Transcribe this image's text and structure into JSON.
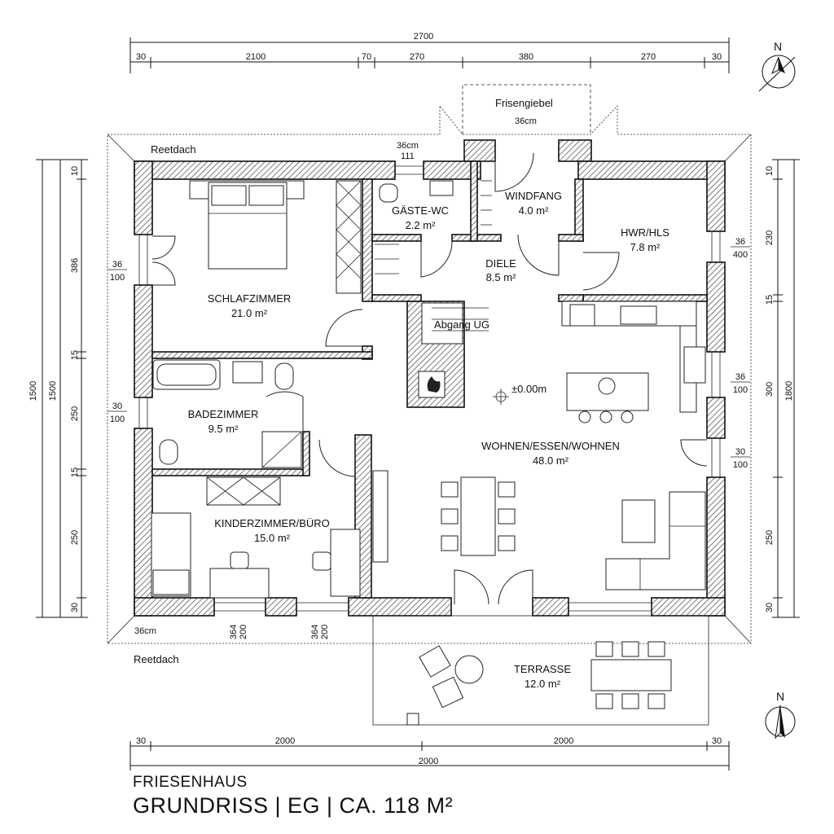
{
  "rooms": {
    "schlafzimmer": {
      "name": "SCHLAFZIMMER",
      "area": "21.0 m²"
    },
    "gaeste_wc": {
      "name": "GÄSTE-WC",
      "area": "2.2 m²"
    },
    "windfang": {
      "name": "WINDFANG",
      "area": "4.0 m²"
    },
    "hwr": {
      "name": "HWR/HLS",
      "area": "7.8 m²"
    },
    "diele": {
      "name": "DIELE",
      "area": "8.5 m²"
    },
    "abgang": {
      "name": "Abgang UG"
    },
    "badezimmer": {
      "name": "BADEZIMMER",
      "area": "9.5 m²"
    },
    "wohnen": {
      "name": "WOHNEN/ESSEN/WOHNEN",
      "area": "48.0 m²"
    },
    "kinderzimmer": {
      "name": "KINDERZIMMER/BÜRO",
      "area": "15.0 m²"
    },
    "terrasse": {
      "name": "TERRASSE",
      "area": "12.0 m²"
    }
  },
  "labels": {
    "reetdach_top": "Reetdach",
    "reetdach_bottom": "Reetdach",
    "friesengiebel": "Frisengiebel",
    "gable_wall": "36cm",
    "top_window": "36cm",
    "top_window_2": "111",
    "left_wall": "36cm",
    "level": "±0.00m",
    "north_top": "N",
    "north_bottom": "N"
  },
  "dimensions": {
    "top_total": "2700",
    "top_segments": [
      "30",
      "2100",
      "70",
      "270",
      "380",
      "270",
      "30"
    ],
    "bottom_segments": [
      "30",
      "2000",
      "2000",
      "30"
    ],
    "bottom_total": "2000",
    "left_outer": [
      "1500",
      "1500"
    ],
    "left_inner": [
      "10",
      "386",
      "15",
      "250",
      "15",
      "250",
      "30"
    ],
    "left_windows": [
      [
        "36",
        "100"
      ],
      [
        "30",
        "100"
      ]
    ],
    "right_inner": [
      "10",
      "230",
      "15",
      "300",
      "250",
      "30"
    ],
    "right_outer": "1800",
    "right_windows": [
      [
        "36",
        "400"
      ],
      [
        "36",
        "100"
      ],
      [
        "30",
        "100"
      ]
    ],
    "bottom_windows": [
      [
        "364",
        "200"
      ],
      [
        "364",
        "200"
      ]
    ]
  },
  "title": {
    "line1": "FRIESENHAUS",
    "line2": "GRUNDRISS | EG | CA. 118 M²"
  }
}
